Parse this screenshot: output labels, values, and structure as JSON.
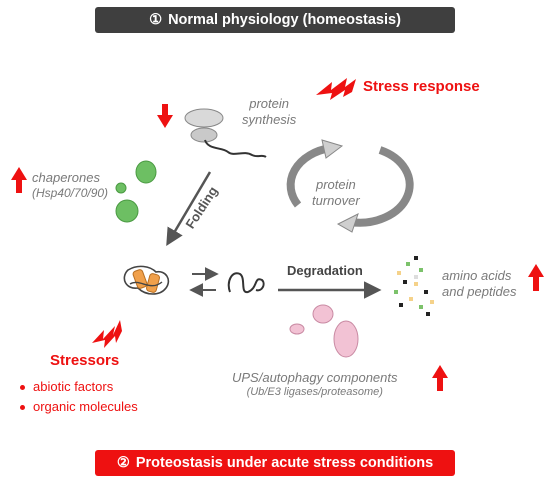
{
  "banner_top": {
    "marker": "①",
    "text": "Normal physiology (homeostasis)"
  },
  "banner_bottom": {
    "marker": "②",
    "text": "Proteostasis under acute stress conditions"
  },
  "stress_response": "Stress response",
  "protein_synthesis": {
    "line1": "protein",
    "line2": "synthesis"
  },
  "chaperones": {
    "line1": "chaperones",
    "line2": "(Hsp40/70/90)"
  },
  "folding": "Folding",
  "protein_turnover": {
    "line1": "protein",
    "line2": "turnover"
  },
  "degradation": "Degradation",
  "amino_acids": {
    "line1": "amino acids",
    "line2": "and peptides"
  },
  "ups": {
    "line1": "UPS/autophagy components",
    "line2": "(Ub/E3 ligases/proteasome)"
  },
  "stressors": {
    "title": "Stressors",
    "items": [
      "abiotic factors",
      "organic molecules"
    ]
  },
  "colors": {
    "red": "#ee1111",
    "dark_banner": "#3f3f3f",
    "green": "#6dbf63",
    "pink": "#f2c2d4",
    "orange": "#f0a04b",
    "gray_text": "#7a7a7a"
  },
  "icons": [
    "lightning-icon",
    "ribosome-icon",
    "up-arrow-icon",
    "down-arrow-icon",
    "cycle-arrows-icon",
    "folded-protein-icon",
    "unfolded-protein-icon"
  ]
}
